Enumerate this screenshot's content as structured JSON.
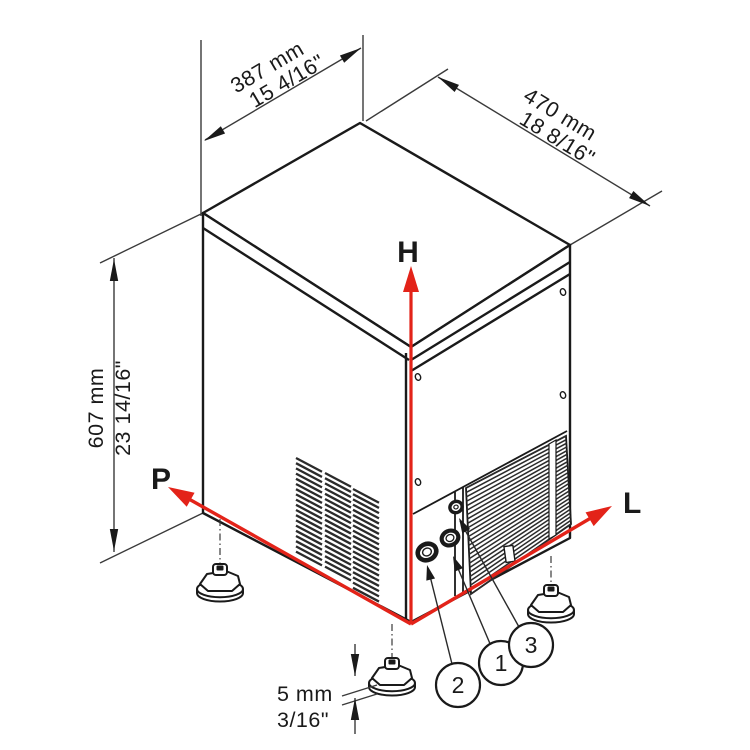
{
  "diagram": {
    "subject": "ice-maker-isometric-dimension-drawing",
    "colors": {
      "axis_red": "#e32319",
      "line_black": "#1a1a1a",
      "dim_gray": "#3a3a3a"
    },
    "dimensions": {
      "width": {
        "metric": "387 mm",
        "imperial": "15 4/16\""
      },
      "depth": {
        "metric": "470 mm",
        "imperial": "18 8/16\""
      },
      "height": {
        "metric": "607 mm",
        "imperial": "23 14/16\""
      },
      "foot_adjustment": {
        "metric": "5 mm",
        "imperial": "3/16\""
      }
    },
    "axis_labels": {
      "height": "H",
      "depth": "P",
      "length": "L"
    },
    "callouts": [
      {
        "number": "1"
      },
      {
        "number": "2"
      },
      {
        "number": "3"
      }
    ]
  }
}
